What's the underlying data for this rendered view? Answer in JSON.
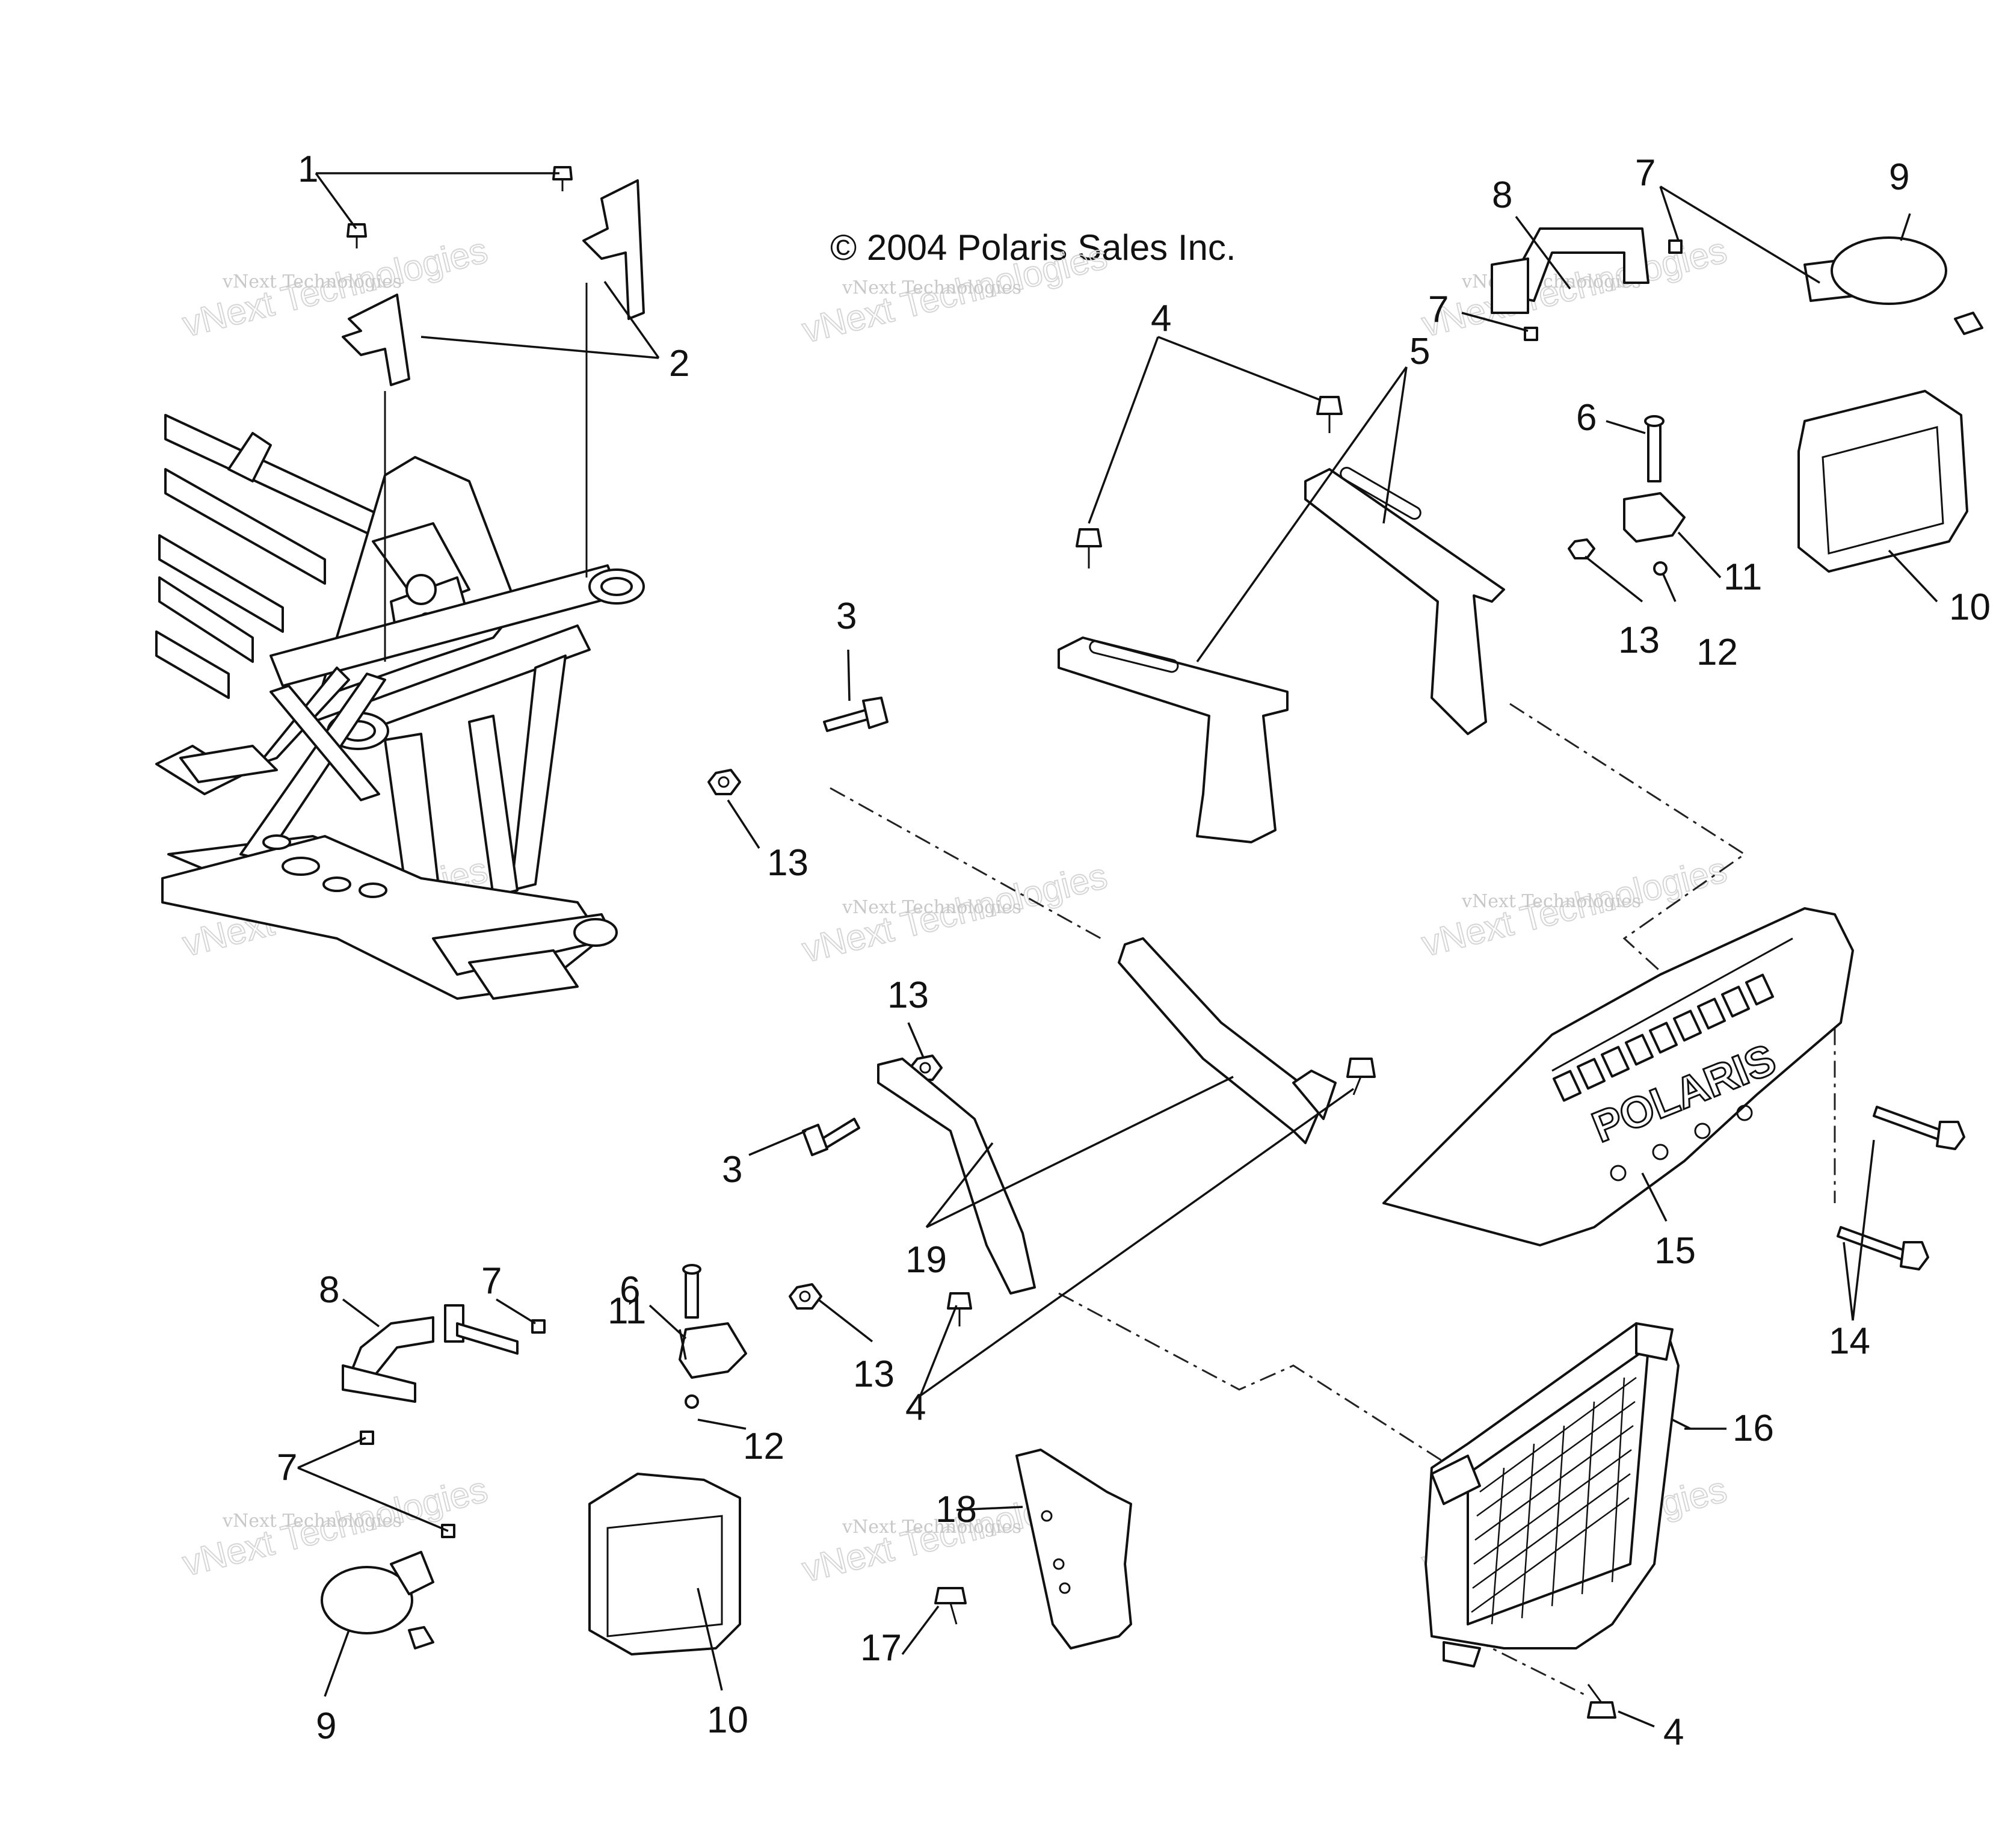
{
  "copyright": "© 2004 Polaris Sales Inc.",
  "watermark": {
    "small": "vNext Technologies",
    "large": "vNext Technologies"
  },
  "bumper_logo": "POLARIS",
  "callouts": {
    "c1": "1",
    "c2": "2",
    "c3a": "3",
    "c3b": "3",
    "c4a": "4",
    "c4b": "4",
    "c4c": "4",
    "c5": "5",
    "c6a": "6",
    "c6b": "6",
    "c7a": "7",
    "c7b": "7",
    "c7c": "7",
    "c7d": "7",
    "c8a": "8",
    "c8b": "8",
    "c9a": "9",
    "c9b": "9",
    "c10a": "10",
    "c10b": "10",
    "c11a": "11",
    "c11b": "11",
    "c12a": "12",
    "c12b": "12",
    "c13a": "13",
    "c13b": "13",
    "c13c": "13",
    "c13d": "13",
    "c14": "14",
    "c15": "15",
    "c16": "16",
    "c17": "17",
    "c18": "18",
    "c19": "19"
  }
}
